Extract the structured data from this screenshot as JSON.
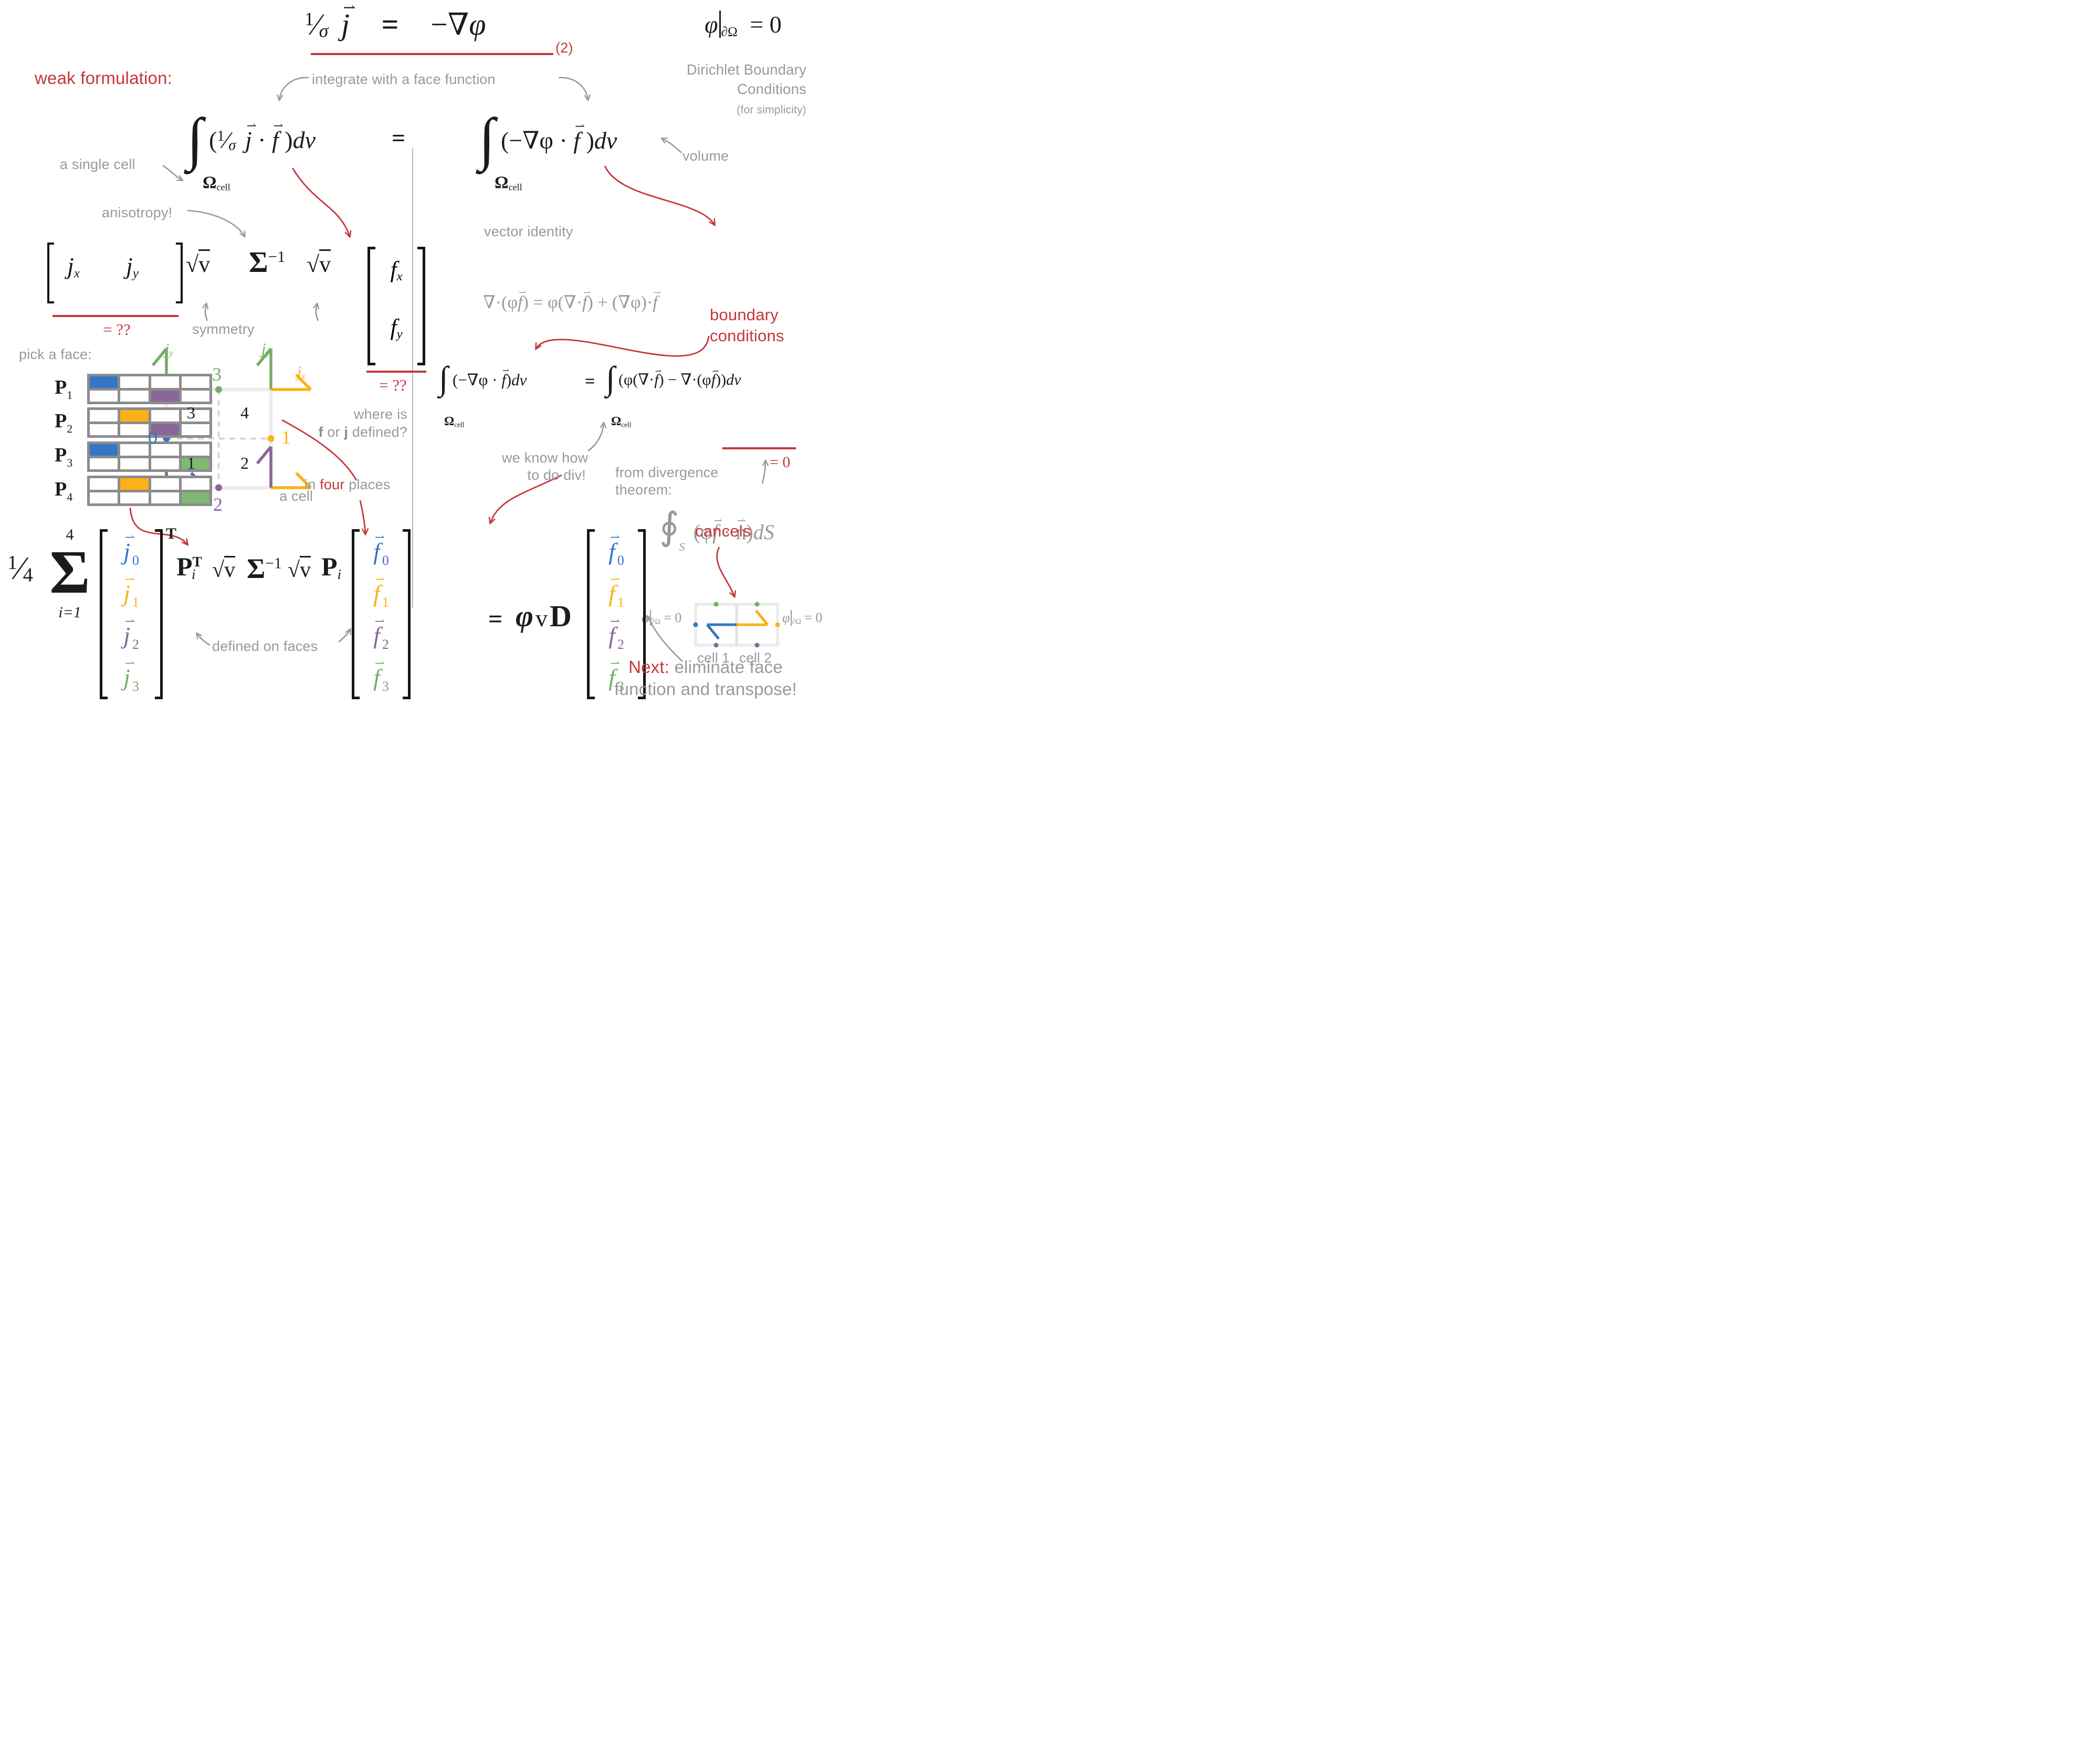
{
  "colors": {
    "red": "#c5373b",
    "gray": "#999999",
    "black": "#1b1b1b",
    "blue": "#3377c4",
    "orange": "#fbb117",
    "purple": "#8a6699",
    "green": "#74ad68",
    "grid_frame": "#8c8c8c",
    "cell_border": "#ececec",
    "divider": "#b9b9b9"
  },
  "top_eq": {
    "num": "1",
    "slash": "⁄",
    "den": "σ",
    "j": "j",
    "eq": "=",
    "minus_grad": "−∇",
    "phi": "φ",
    "tag": "(2)"
  },
  "dirichlet": {
    "phi": "φ",
    "sub": "∂Ω",
    "eq": "= 0",
    "line1": "Dirichlet Boundary",
    "line2": "Conditions",
    "line3": "(for simplicity)"
  },
  "labels": {
    "weak": "weak formulation:",
    "integrate": "integrate with a face function",
    "single_cell": "a single cell",
    "volume": "volume",
    "anisotropy": "anisotropy!",
    "symmetry": "symmetry",
    "a_cell": "a cell",
    "vector_identity": "vector identity",
    "cancels": "cancels",
    "defined_faces": "defined on faces",
    "qq": "= ??",
    "zero": "= 0"
  },
  "int_left": {
    "int": "∫",
    "open": "(",
    "num": "1",
    "slash": "⁄",
    "den": "σ",
    "j": "j",
    "dot": " · ",
    "f": "f",
    "close": " )",
    "dv": "dv",
    "omega": "Ω",
    "omega_sub": "cell"
  },
  "int_eq": "=",
  "int_right": {
    "int": "∫",
    "open": "(",
    "pre": "−∇φ",
    "dot": " · ",
    "f": "f",
    "close": " )",
    "dv": "dv",
    "omega": "Ω",
    "omega_sub": "cell"
  },
  "matrix_row": {
    "j": "j",
    "sub_x": "x",
    "sub_y": "y",
    "sqrt": "√",
    "v": "v",
    "sigma": "Σ",
    "inv": "−1",
    "f": "f"
  },
  "pick_face": {
    "title": "pick a face:",
    "rows": [
      {
        "p": "P",
        "n": "1",
        "cells": [
          "c-blue",
          "",
          "",
          "",
          "",
          "",
          "c-purple",
          ""
        ]
      },
      {
        "p": "P",
        "n": "2",
        "cells": [
          "",
          "c-orange",
          "",
          "",
          "",
          "",
          "c-purple",
          ""
        ]
      },
      {
        "p": "P",
        "n": "3",
        "cells": [
          "c-blue",
          "",
          "",
          "",
          "",
          "",
          "",
          "c-green"
        ]
      },
      {
        "p": "P",
        "n": "4",
        "cells": [
          "",
          "c-orange",
          "",
          "",
          "",
          "",
          "",
          "c-green"
        ]
      }
    ]
  },
  "cell_diagram": {
    "q_tl": "3",
    "q_tr": "4",
    "q_bl": "1",
    "q_br": "2",
    "f0": "0",
    "f1": "1",
    "f2": "2",
    "f3": "3",
    "j": "j",
    "sub_y": "y",
    "sub_x": "x"
  },
  "where": {
    "l1": "where is",
    "f": "f",
    "or": " or ",
    "j": "j",
    "rest": " defined?",
    "in": "in ",
    "four": "four",
    "places": " places"
  },
  "identity": {
    "p1": "∇·(φ",
    "f1": "f",
    "p2": ") = φ(∇·",
    "f2": "f",
    "p3": ") + (∇φ)·",
    "f3": "f"
  },
  "boundary": {
    "l1": "boundary",
    "l2": "conditions"
  },
  "bc_eq": {
    "int": "∫",
    "omega": "Ω",
    "omega_sub": "cell",
    "l_open": "(",
    "l_pre": "−∇φ",
    "dot": " · ",
    "f": "f",
    "l_close": ")",
    "dv": "dv",
    "eq": "=",
    "r_p1": "(φ(∇·",
    "r_f1": "f",
    "r_p2": ") − ",
    "ul_p1": "∇·(φ",
    "ul_f": "f",
    "ul_p2": ")",
    "r_close": ")",
    "r_dv": "dv",
    "zero": "= 0"
  },
  "know": {
    "l1": "we know how",
    "l2": "to do div!"
  },
  "divergence": {
    "l1": "from divergence",
    "l2": "theorem:"
  },
  "div_thm": {
    "oint1": "∮",
    "oint2": "∮",
    "sub": "S",
    "p1": "(φ",
    "f": "f",
    "dot": " · ",
    "n": "n",
    "p2": ")",
    "ds": "dS"
  },
  "two_cell": {
    "phi": "φ",
    "sub": "∂Ω",
    "eq": "= 0",
    "cell1": "cell 1",
    "cell2": "cell 2"
  },
  "bottom": {
    "quarter_num": "1",
    "quarter_slash": "⁄",
    "quarter_den": "4",
    "sum_top": "4",
    "sum": "Σ",
    "sum_bot": "i=1",
    "t": "T",
    "p": "P",
    "i": "i",
    "sqrt": "√",
    "v": "v",
    "sigma": "Σ",
    "inv": "−1",
    "eq": "=",
    "phi": "φ",
    "vv": "v",
    "d": "D",
    "j_entries": [
      {
        "s": "j",
        "n": "0",
        "c": "c-blue"
      },
      {
        "s": "j",
        "n": "1",
        "c": "c-orange"
      },
      {
        "s": "j",
        "n": "2",
        "c": "c-purple"
      },
      {
        "s": "j",
        "n": "3",
        "c": "c-green"
      }
    ],
    "f_entries": [
      {
        "s": "f",
        "n": "0",
        "c": "c-blue"
      },
      {
        "s": "f",
        "n": "1",
        "c": "c-orange"
      },
      {
        "s": "f",
        "n": "2",
        "c": "c-purple"
      },
      {
        "s": "f",
        "n": "3",
        "c": "c-green"
      }
    ]
  },
  "next": {
    "red": "Next:",
    "l1": " eliminate face",
    "l2": "function  and transpose!"
  }
}
